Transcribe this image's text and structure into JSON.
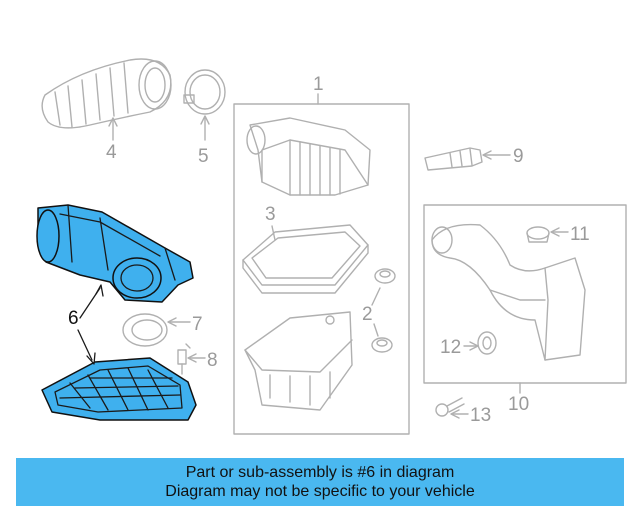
{
  "callouts": {
    "n1": "1",
    "n2": "2",
    "n3": "3",
    "n4": "4",
    "n5": "5",
    "n6": "6",
    "n7": "7",
    "n8": "8",
    "n9": "9",
    "n10": "10",
    "n11": "11",
    "n12": "12",
    "n13": "13"
  },
  "banner": {
    "line1": "Part or sub-assembly is #6 in diagram",
    "line2": "Diagram may not be specific to your vehicle"
  },
  "colors": {
    "highlight": "#3fb0ee",
    "banner": "#4ab8f0",
    "callout": "#9a9a9a"
  }
}
